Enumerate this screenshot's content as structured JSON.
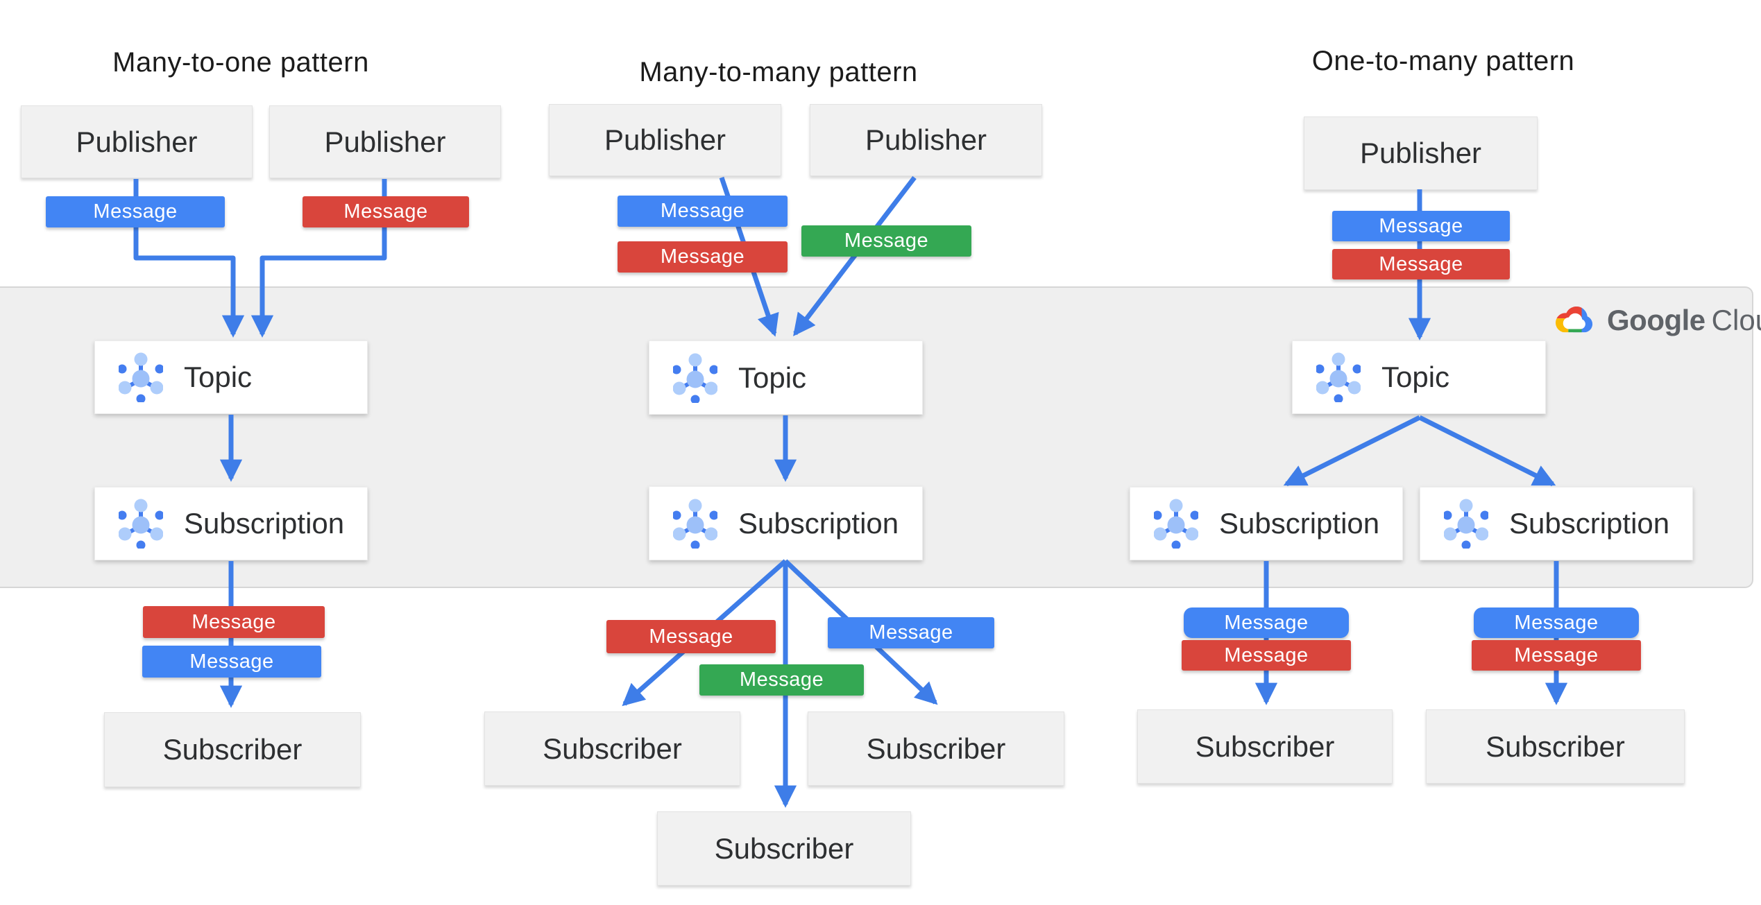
{
  "patterns": [
    {
      "title": "Many-to-one pattern",
      "publishers": [
        {
          "label": "Publisher"
        },
        {
          "label": "Publisher"
        }
      ],
      "publisher_messages": [
        {
          "label": "Message",
          "color": "blue"
        },
        {
          "label": "Message",
          "color": "red"
        }
      ],
      "topic": {
        "label": "Topic"
      },
      "subscription": {
        "label": "Subscription"
      },
      "delivery_messages": [
        {
          "label": "Message",
          "color": "red"
        },
        {
          "label": "Message",
          "color": "blue"
        }
      ],
      "subscribers": [
        {
          "label": "Subscriber"
        }
      ]
    },
    {
      "title": "Many-to-many pattern",
      "publishers": [
        {
          "label": "Publisher"
        },
        {
          "label": "Publisher"
        }
      ],
      "publisher_messages": [
        {
          "label": "Message",
          "color": "blue"
        },
        {
          "label": "Message",
          "color": "red"
        },
        {
          "label": "Message",
          "color": "green"
        }
      ],
      "topic": {
        "label": "Topic"
      },
      "subscription": {
        "label": "Subscription"
      },
      "delivery_messages": [
        {
          "label": "Message",
          "color": "red"
        },
        {
          "label": "Message",
          "color": "green"
        },
        {
          "label": "Message",
          "color": "blue"
        }
      ],
      "subscribers": [
        {
          "label": "Subscriber"
        },
        {
          "label": "Subscriber"
        },
        {
          "label": "Subscriber"
        }
      ]
    },
    {
      "title": "One-to-many pattern",
      "publishers": [
        {
          "label": "Publisher"
        }
      ],
      "publisher_messages": [
        {
          "label": "Message",
          "color": "blue"
        },
        {
          "label": "Message",
          "color": "red"
        }
      ],
      "topic": {
        "label": "Topic"
      },
      "subscriptions": [
        {
          "label": "Subscription"
        },
        {
          "label": "Subscription"
        }
      ],
      "delivery_messages_left": [
        {
          "label": "Message",
          "color": "blue"
        },
        {
          "label": "Message",
          "color": "red"
        }
      ],
      "delivery_messages_right": [
        {
          "label": "Message",
          "color": "blue"
        },
        {
          "label": "Message",
          "color": "red"
        }
      ],
      "subscribers": [
        {
          "label": "Subscriber"
        },
        {
          "label": "Subscriber"
        }
      ]
    }
  ],
  "logo": {
    "brand": "Google",
    "product": "Cloud"
  },
  "colors": {
    "arrow": "#3E7DE8",
    "message_blue": "#4285F4",
    "message_red": "#D9453C",
    "message_green": "#34A853",
    "band_background": "#EFEFEF",
    "band_border": "#D6D6D6",
    "box_gray": "#F1F1F1",
    "box_white": "#FFFFFF",
    "pubsub_icon_dark_blue": "#447DF0",
    "pubsub_icon_light_blue": "#AECDFB",
    "logo_text": "#5F6368",
    "google_red": "#EA4335",
    "google_yellow": "#FBBC04",
    "google_green": "#34A853",
    "google_blue": "#4285F4"
  }
}
